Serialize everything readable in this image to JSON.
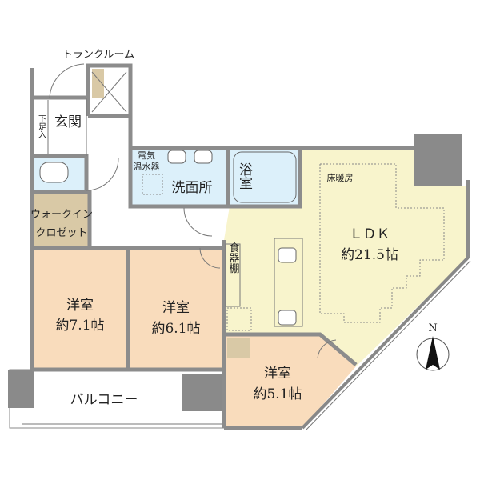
{
  "colors": {
    "wall": "#8c8c8c",
    "bedroom": "#f9dcbc",
    "ldk": "#f8f4cc",
    "wet": "#dcf0fa",
    "closet": "#d9c9a6",
    "column": "#8a8a8a"
  },
  "labels": {
    "trunk_room": "トランクルーム",
    "entrance": "玄関",
    "shoe_box": "下足入",
    "water_heater_1": "電気",
    "water_heater_2": "温水器",
    "washroom": "洗面所",
    "bath": "浴室",
    "floor_heating": "床暖房",
    "ldk_name": "ＬＤＫ",
    "ldk_size": "約21.5帖",
    "cupboard": "食器棚",
    "wic_1": "ウォークイン",
    "wic_2": "クロゼット",
    "room1_name": "洋室",
    "room1_size": "約7.1帖",
    "room2_name": "洋室",
    "room2_size": "約6.1帖",
    "room3_name": "洋室",
    "room3_size": "約5.1帖",
    "balcony": "バルコニー",
    "north": "N"
  }
}
